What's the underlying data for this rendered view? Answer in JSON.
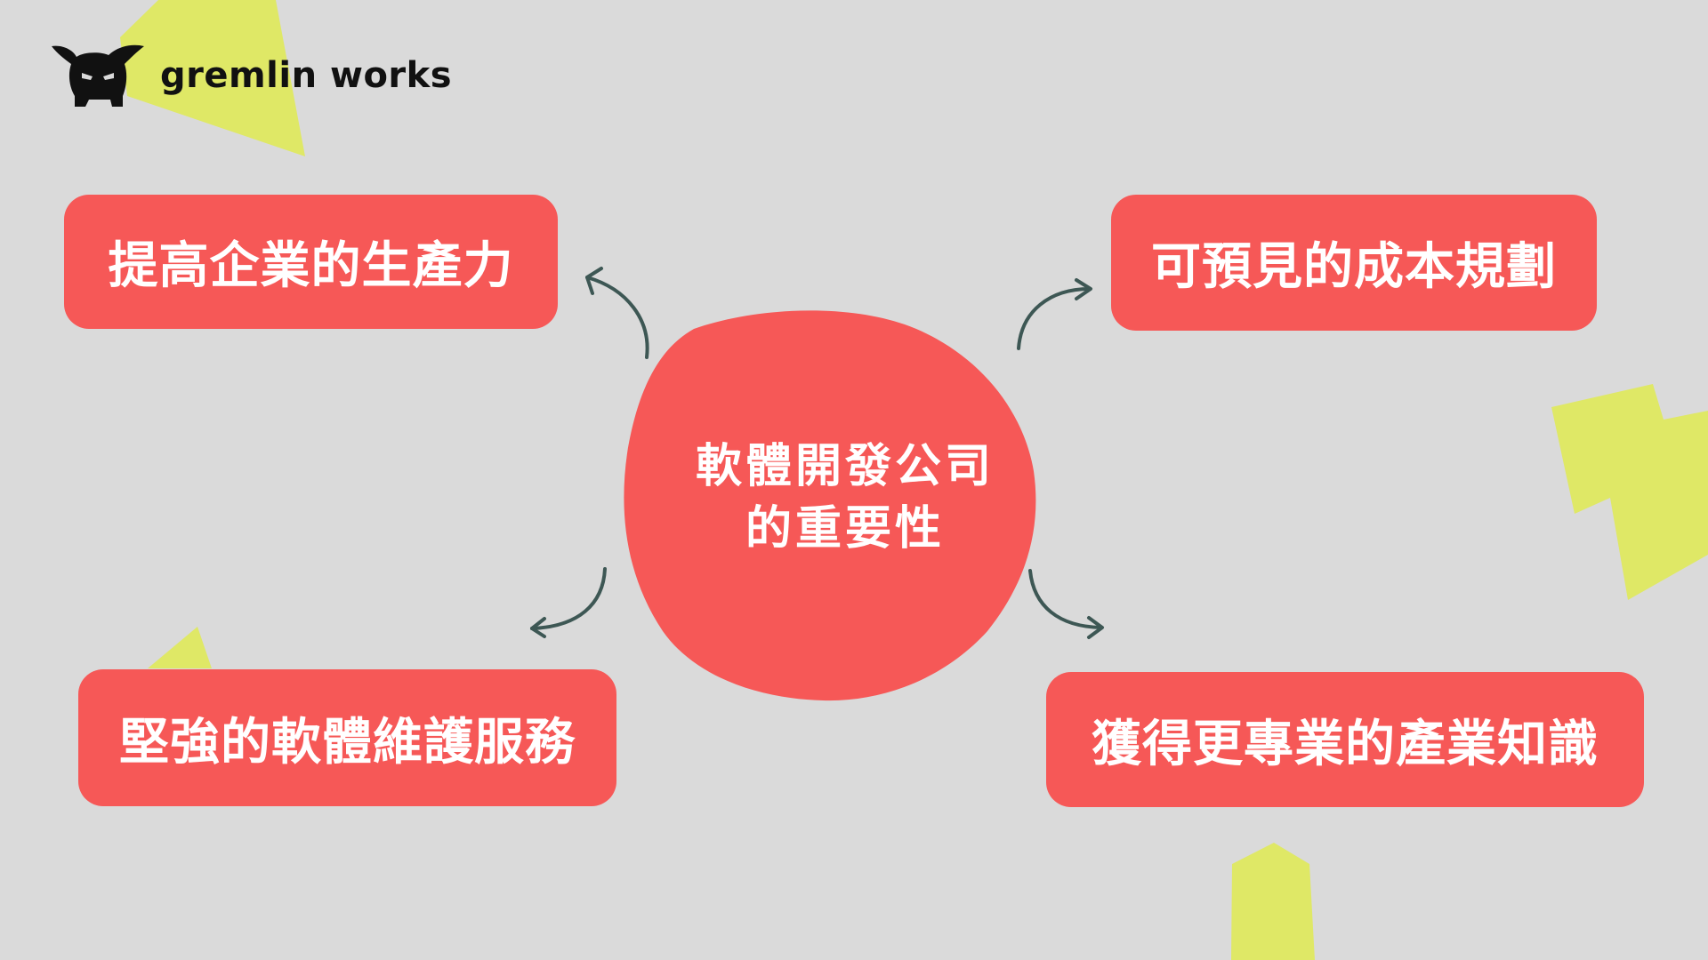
{
  "logo": {
    "text": "gremlin works",
    "icon": "gremlin-mascot-icon"
  },
  "center": {
    "line1": "軟體開發公司",
    "line2": "的重要性"
  },
  "nodes": {
    "top_left": "提高企業的生產力",
    "top_right": "可預見的成本規劃",
    "bottom_left": "堅強的軟體維護服務",
    "bottom_right": "獲得更專業的產業知識"
  },
  "colors": {
    "background": "#dadada",
    "accent_red": "#f65857",
    "decoration_yellow": "#dfe866",
    "arrow": "#3d5754",
    "logo_dark": "#111111"
  }
}
